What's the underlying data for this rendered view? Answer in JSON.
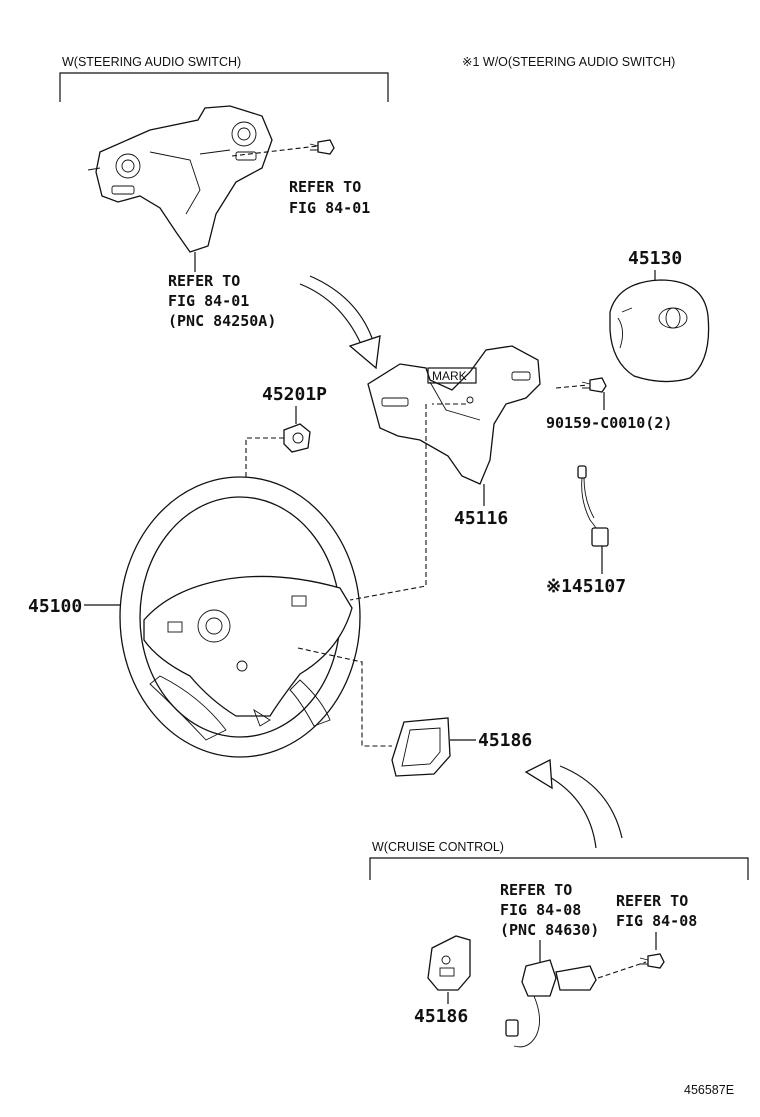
{
  "headers": {
    "steering_audio_switch": "W(STEERING AUDIO SWITCH)",
    "without_audio_switch": "※1 W/O(STEERING AUDIO SWITCH)",
    "cruise_control": "W(CRUISE CONTROL)"
  },
  "refs": {
    "fig_84_01_screw": [
      "REFER TO",
      "FIG 84-01"
    ],
    "fig_84_01_pnc": [
      "REFER TO",
      "FIG 84-01",
      "(PNC 84250A)"
    ],
    "fig_84_08_pnc": [
      "REFER TO",
      "FIG 84-08",
      "(PNC 84630)"
    ],
    "fig_84_08_screw": [
      "REFER TO",
      "FIG 84-08"
    ]
  },
  "parts": {
    "p45130": "45130",
    "p45201P": "45201P",
    "p90159": "90159-C0010(2)",
    "p45116": "45116",
    "p45107": "※145107",
    "p45100": "45100",
    "p45186_main": "45186",
    "p45186_cruise": "45186"
  },
  "mark_label": "MARK",
  "diagram_id": "456587E"
}
